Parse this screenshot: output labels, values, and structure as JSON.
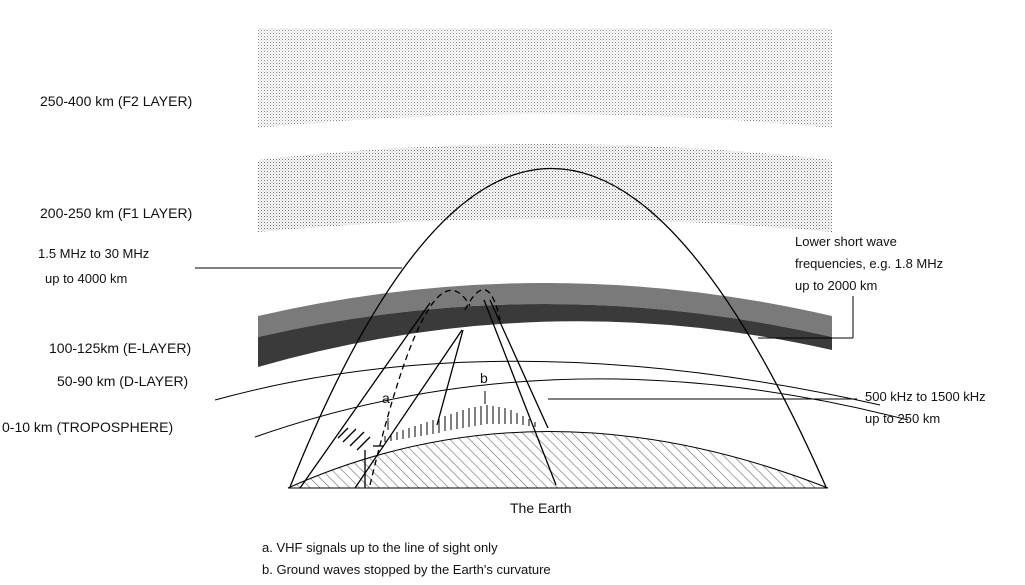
{
  "layers": {
    "f2": "250-400 km (F2 LAYER)",
    "f1": "200-250 km (F1 LAYER)",
    "e": "100-125km (E-LAYER)",
    "d": "50-90 km (D-LAYER)",
    "troposphere": "0-10 km (TROPOSPHERE)"
  },
  "waves": {
    "short_wave_line1": "1.5 MHz to 30 MHz",
    "short_wave_line2": "up to 4000 km",
    "lower_sw_line1": "Lower short wave",
    "lower_sw_line2": "frequencies, e.g. 1.8 MHz",
    "lower_sw_line3": "up to 2000 km",
    "medium_wave_line1": "500 kHz to 1500 kHz",
    "medium_wave_line2": "up to 250 km"
  },
  "markers": {
    "a": "a",
    "b": "b"
  },
  "earth_label": "The Earth",
  "legend": {
    "a": "a. VHF signals up to the line of sight only",
    "b": "b. Ground waves stopped by the Earth's curvature"
  },
  "colors": {
    "background": "#ffffff",
    "line": "#000000",
    "text": "#111111",
    "f_layer_dots": "#8a8a8a",
    "e_layer": "#7a7a7a",
    "d_layer": "#3a3a3a",
    "earth_hatch": "#6a6a6a"
  }
}
